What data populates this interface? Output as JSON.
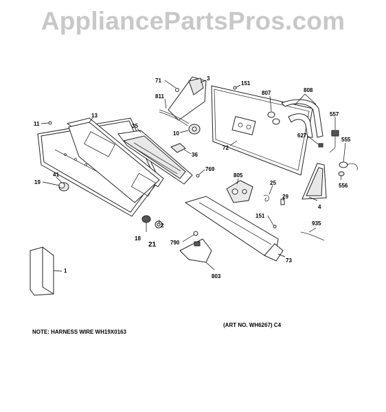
{
  "watermark": "AppliancePartsPros.com",
  "notes": {
    "harness": "NOTE: HARNESS WIRE WH19X0163",
    "art": "(ART NO. WH6267) C4"
  },
  "labels": {
    "l71": "71",
    "l3": "3",
    "l151a": "151",
    "l807": "807",
    "l808": "808",
    "l811": "811",
    "l557": "557",
    "l11": "11",
    "l13": "13",
    "l35": "35",
    "l10": "10",
    "l627": "627",
    "l555": "555",
    "l72": "72",
    "l36": "36",
    "l769": "769",
    "l805": "805",
    "l41": "41",
    "l19": "19",
    "l25": "25",
    "l556": "556",
    "l29": "29",
    "l4": "4",
    "l2": "2",
    "l151b": "151",
    "l935": "935",
    "l18": "18",
    "l21": "21",
    "l790": "790",
    "l73": "73",
    "l1": "1",
    "l803": "803"
  }
}
